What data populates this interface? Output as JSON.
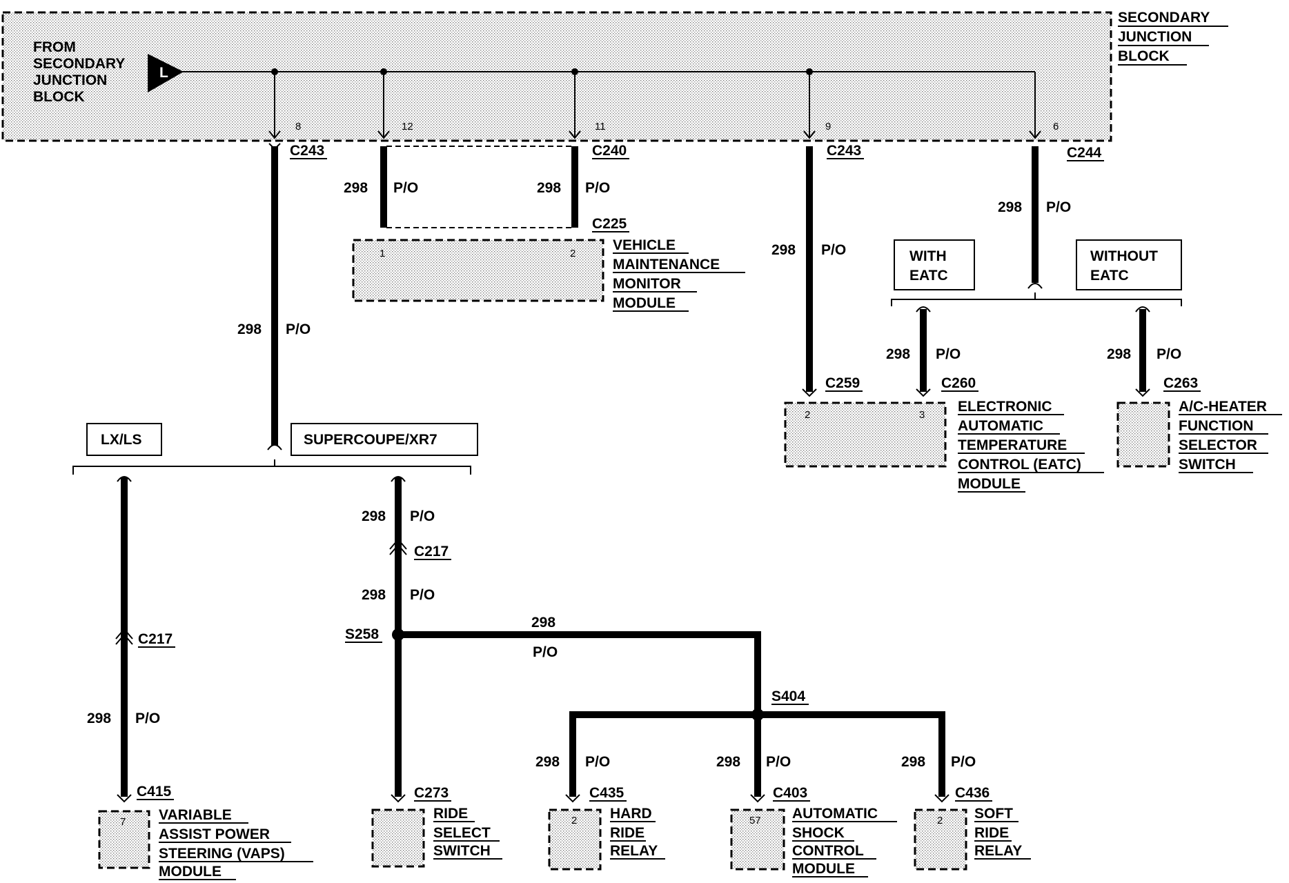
{
  "block": {
    "name_lines": [
      "SECONDARY",
      "JUNCTION",
      "BLOCK"
    ],
    "from_lines": [
      "FROM",
      "SECONDARY",
      "JUNCTION",
      "BLOCK"
    ],
    "terminal": "L",
    "pins": [
      "8",
      "12",
      "11",
      "9",
      "6"
    ]
  },
  "connectors": {
    "c243a": "C243",
    "c240": "C240",
    "c243b": "C243",
    "c244": "C244",
    "c225": "C225",
    "c259": "C259",
    "c260": "C260",
    "c263": "C263",
    "c217a": "C217",
    "c217b": "C217",
    "c415": "C415",
    "c273": "C273",
    "c435": "C435",
    "c403": "C403",
    "c436": "C436"
  },
  "splices": {
    "s258": "S258",
    "s404": "S404"
  },
  "wire": {
    "circuit": "298",
    "color": "P/O"
  },
  "options": {
    "with_eatc": [
      "WITH",
      "EATC"
    ],
    "without_eatc": [
      "WITHOUT",
      "EATC"
    ],
    "lxls": "LX/LS",
    "supercoupe": "SUPERCOUPE/XR7"
  },
  "components": {
    "vmm": {
      "lines": [
        "VEHICLE",
        "MAINTENANCE",
        "MONITOR",
        "MODULE"
      ],
      "pins": [
        "1",
        "2"
      ]
    },
    "eatc": {
      "lines": [
        "ELECTRONIC",
        "AUTOMATIC",
        "TEMPERATURE",
        "CONTROL (EATC)",
        "MODULE"
      ],
      "pins": [
        "2",
        "3"
      ]
    },
    "acheater": {
      "lines": [
        "A/C-HEATER",
        "FUNCTION",
        "SELECTOR",
        "SWITCH"
      ]
    },
    "vaps": {
      "lines": [
        "VARIABLE",
        "ASSIST POWER",
        "STEERING (VAPS)",
        "MODULE"
      ],
      "pin": "7"
    },
    "rideselect": {
      "lines": [
        "RIDE",
        "SELECT",
        "SWITCH"
      ]
    },
    "hardride": {
      "lines": [
        "HARD",
        "RIDE",
        "RELAY"
      ],
      "pin": "2"
    },
    "asc": {
      "lines": [
        "AUTOMATIC",
        "SHOCK",
        "CONTROL",
        "MODULE"
      ],
      "pin": "57"
    },
    "softride": {
      "lines": [
        "SOFT",
        "RIDE",
        "RELAY"
      ],
      "pin": "2"
    }
  }
}
